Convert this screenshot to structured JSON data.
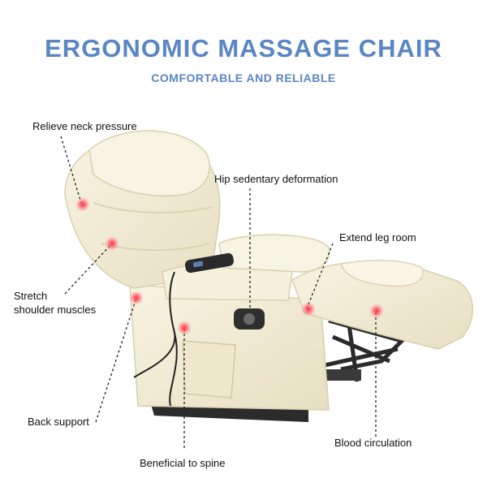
{
  "header": {
    "title": "ERGONOMIC MASSAGE CHAIR",
    "subtitle": "COMFORTABLE AND RELIABLE"
  },
  "callouts": {
    "neck": "Relieve neck pressure",
    "hip": "Hip sedentary deformation",
    "leg_room": "Extend leg room",
    "shoulder_line1": "Stretch",
    "shoulder_line2": "shoulder muscles",
    "back": "Back support",
    "blood": "Blood circulation",
    "spine": "Beneficial to spine"
  },
  "colors": {
    "title": "#5b86c4",
    "chair": "#f4efd8",
    "massage_point": "#e23a4a"
  }
}
